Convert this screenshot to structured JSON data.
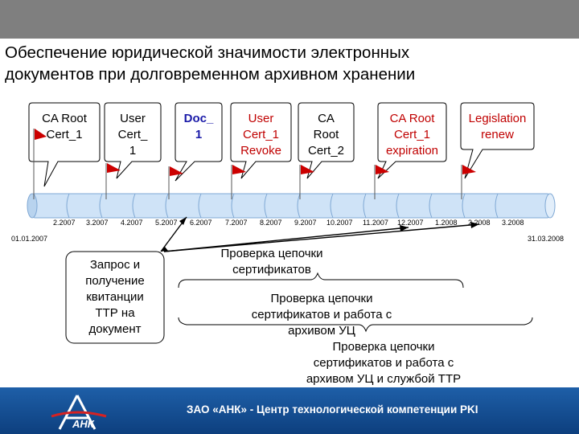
{
  "title": {
    "line1": "Обеспечение юридической значимости электронных",
    "line2": "документов при долговременном архивном хранении"
  },
  "callouts": [
    {
      "lines": [
        "CA Root",
        "Cert_1"
      ],
      "style": "black"
    },
    {
      "lines": [
        "User",
        "Cert_",
        "1"
      ],
      "style": "black"
    },
    {
      "lines": [
        "Doc_",
        "1"
      ],
      "style": "blue"
    },
    {
      "lines": [
        "User",
        "Cert_1",
        "Revoke"
      ],
      "style": "red"
    },
    {
      "lines": [
        "CA",
        "Root",
        "Cert_2"
      ],
      "style": "black"
    },
    {
      "lines": [
        "CA Root",
        "Cert_1",
        "expiration"
      ],
      "style": "red"
    },
    {
      "lines": [
        "Legislation",
        "renew"
      ],
      "style": "red"
    }
  ],
  "timeline": {
    "ticks": [
      "2.2007",
      "3.2007",
      "4.2007",
      "5.2007",
      "6.2007",
      "7.2007",
      "8.2007",
      "9.2007",
      "10.2007",
      "11.2007",
      "12.2007",
      "1.2008",
      "2.2008",
      "3.2008"
    ],
    "start_label": "01.01.2007",
    "end_label": "31.03.2008"
  },
  "request_box": {
    "lines": [
      "Запрос и",
      "получение",
      "квитанции",
      "ТТР на",
      "документ"
    ]
  },
  "verifications": [
    {
      "lines": [
        "Проверка цепочки",
        "сертификатов"
      ]
    },
    {
      "lines": [
        "Проверка цепочки",
        "сертификатов и работа с",
        "архивом УЦ"
      ]
    },
    {
      "lines": [
        "Проверка цепочки",
        "сертификатов и работа с",
        "архивом УЦ и службой ТТР"
      ]
    }
  ],
  "footer": {
    "text": "ЗАО «АНК» - Центр технологической компетенции PKI",
    "logo_text": "АНК"
  },
  "colors": {
    "topbar": "#7f7f7f",
    "timeline_fill": "#cfe3f7",
    "timeline_stroke": "#7fa8d4",
    "flag": "#cc0000",
    "footer": "#1e5fa8",
    "doc_text": "#1a1aa8",
    "event_red": "#c00000"
  }
}
